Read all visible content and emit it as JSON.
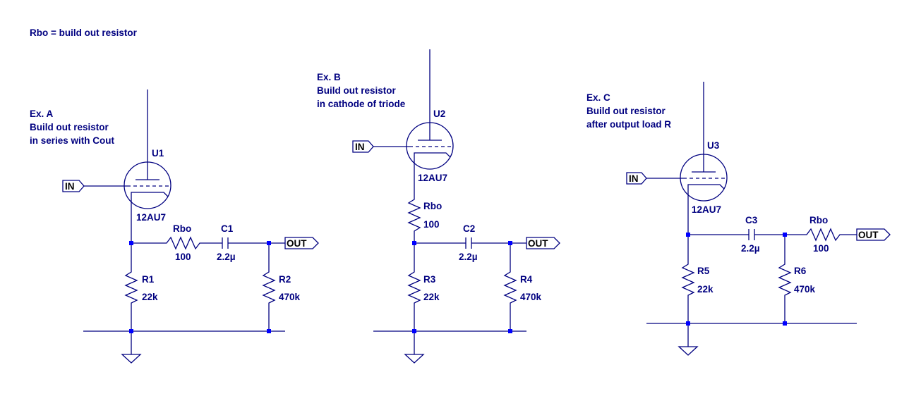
{
  "header_note": "Rbo = build out resistor",
  "notes": {
    "a": [
      "Ex. A",
      "Build out resistor",
      "in series with Cout"
    ],
    "b": [
      "Ex. B",
      "Build out resistor",
      "in cathode of triode"
    ],
    "c": [
      "Ex. C",
      "Build out resistor",
      "after output load R"
    ]
  },
  "ports": {
    "in": "IN",
    "out": "OUT"
  },
  "circuit_a": {
    "tube_ref": "U1",
    "tube_val": "12AU7",
    "rbo_ref": "Rbo",
    "rbo_val": "100",
    "cap_ref": "C1",
    "cap_val": "2.2µ",
    "r1_ref": "R1",
    "r1_val": "22k",
    "r2_ref": "R2",
    "r2_val": "470k"
  },
  "circuit_b": {
    "tube_ref": "U2",
    "tube_val": "12AU7",
    "rbo_ref": "Rbo",
    "rbo_val": "100",
    "cap_ref": "C2",
    "cap_val": "2.2µ",
    "r1_ref": "R3",
    "r1_val": "22k",
    "r2_ref": "R4",
    "r2_val": "470k"
  },
  "circuit_c": {
    "tube_ref": "U3",
    "tube_val": "12AU7",
    "rbo_ref": "Rbo",
    "rbo_val": "100",
    "cap_ref": "C3",
    "cap_val": "2.2µ",
    "r1_ref": "R5",
    "r1_val": "22k",
    "r2_ref": "R6",
    "r2_val": "470k"
  }
}
